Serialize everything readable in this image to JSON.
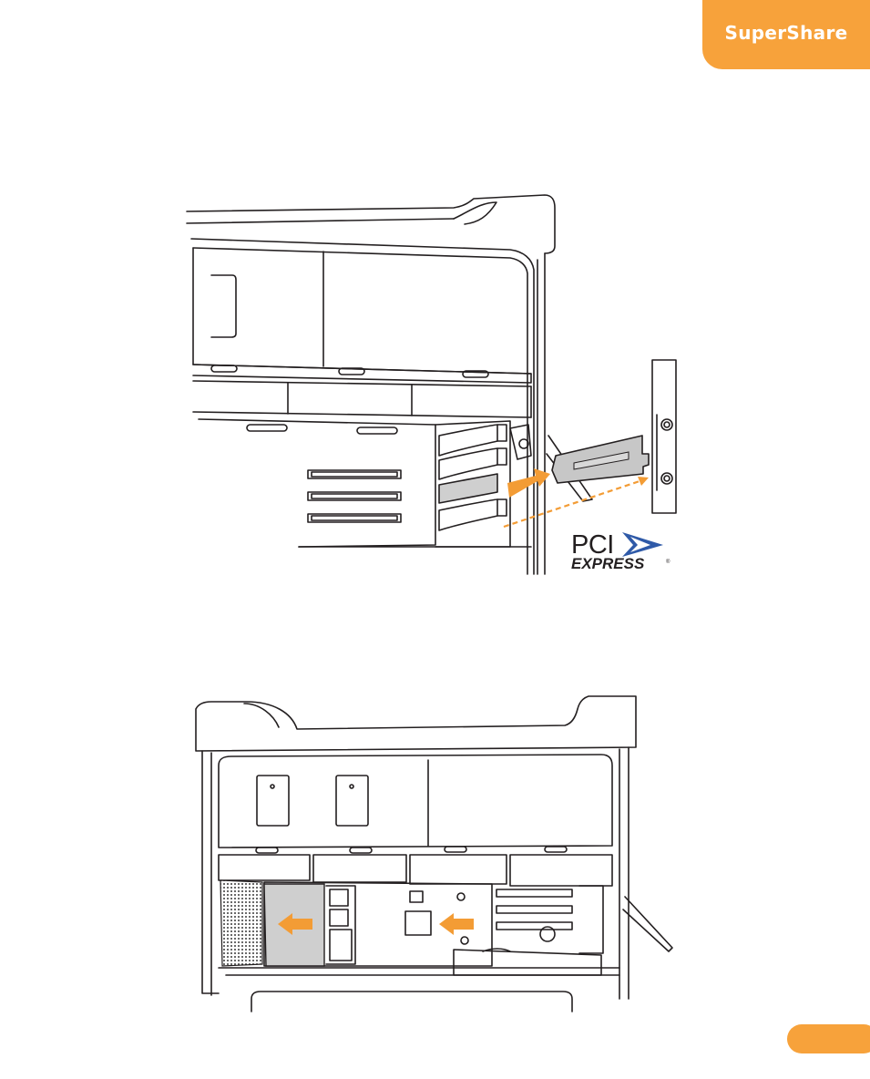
{
  "header": {
    "brand": "SuperShare",
    "accent_color": "#f7a23b"
  },
  "figure_top": {
    "logo": {
      "line1": "PCI",
      "line2": "EXPRESS",
      "reg": "®"
    },
    "arrow_color": "#f39c35"
  },
  "figure_bottom": {
    "arrow_color": "#f39c35"
  },
  "footer": {
    "page_pill_color": "#f7a23b"
  }
}
